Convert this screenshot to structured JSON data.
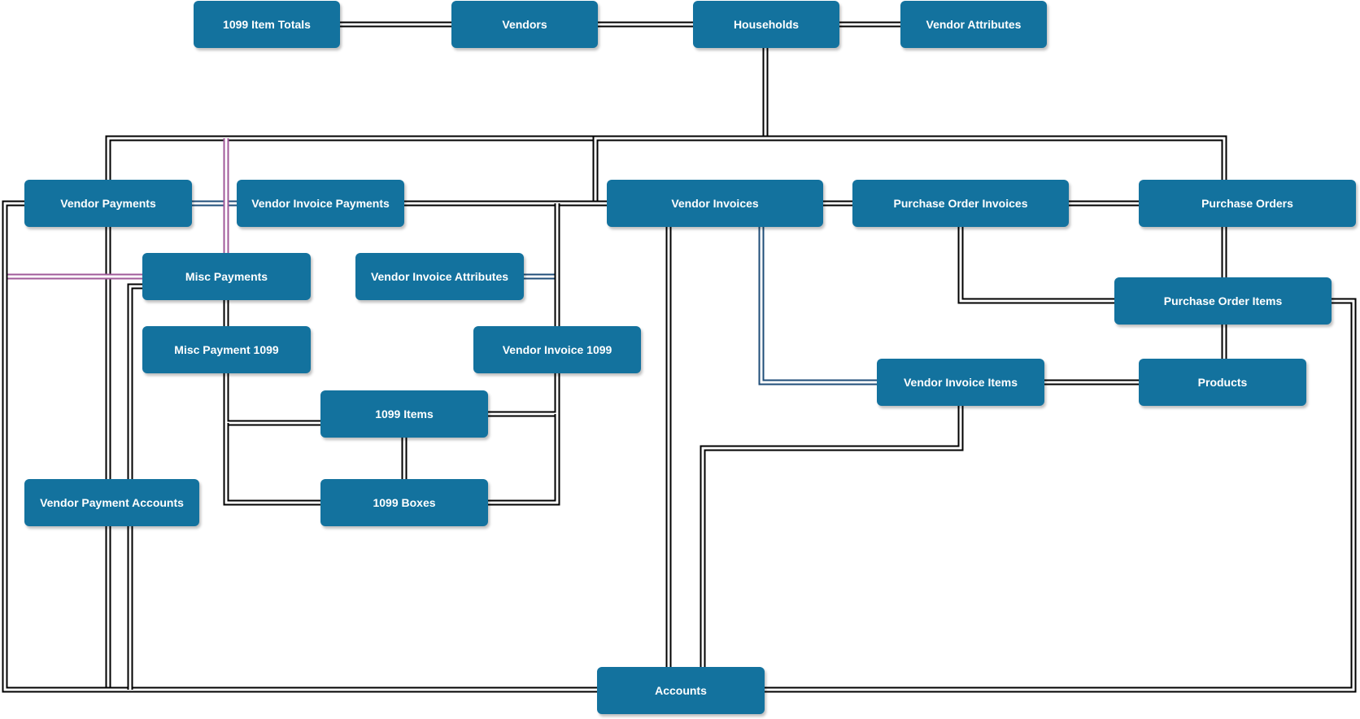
{
  "colors": {
    "node_fill": "#13729e",
    "node_text": "#ffffff",
    "connector": "#000000",
    "connector_blue": "#1f4e79",
    "connector_purple": "#a05a9a"
  },
  "nodes": {
    "item_totals_1099": "1099 Item Totals",
    "vendors": "Vendors",
    "households": "Households",
    "vendor_attributes": "Vendor Attributes",
    "vendor_payments": "Vendor Payments",
    "vendor_invoice_payments": "Vendor Invoice Payments",
    "vendor_invoices": "Vendor Invoices",
    "purchase_order_invoices": "Purchase Order Invoices",
    "purchase_orders": "Purchase Orders",
    "misc_payments": "Misc Payments",
    "vendor_invoice_attributes": "Vendor Invoice Attributes",
    "purchase_order_items": "Purchase Order Items",
    "misc_payment_1099": "Misc Payment 1099",
    "vendor_invoice_1099": "Vendor Invoice 1099",
    "vendor_invoice_items": "Vendor Invoice Items",
    "products": "Products",
    "items_1099": "1099 Items",
    "vendor_payment_accounts": "Vendor Payment Accounts",
    "boxes_1099": "1099 Boxes",
    "accounts": "Accounts"
  },
  "edges": [
    {
      "from": "1099 Item Totals",
      "to": "Vendors",
      "color": "connector"
    },
    {
      "from": "Vendors",
      "to": "Households",
      "color": "connector"
    },
    {
      "from": "Households",
      "to": "Vendor Attributes",
      "color": "connector"
    },
    {
      "from": "Households",
      "to": "Vendor Payments",
      "color": "connector"
    },
    {
      "from": "Households",
      "to": "Vendor Invoices",
      "color": "connector"
    },
    {
      "from": "Households",
      "to": "Purchase Orders",
      "color": "connector"
    },
    {
      "from": "Vendor Payments",
      "to": "Vendor Invoice Payments",
      "color": "connector_blue"
    },
    {
      "from": "Vendor Invoice Payments",
      "to": "Vendor Invoices",
      "color": "connector"
    },
    {
      "from": "Vendor Invoices",
      "to": "Purchase Order Invoices",
      "color": "connector"
    },
    {
      "from": "Purchase Order Invoices",
      "to": "Purchase Orders",
      "color": "connector"
    },
    {
      "from": "Purchase Order Invoices",
      "to": "Purchase Order Items",
      "color": "connector"
    },
    {
      "from": "Purchase Orders",
      "to": "Purchase Order Items",
      "color": "connector"
    },
    {
      "from": "Purchase Order Items",
      "to": "Products",
      "color": "connector"
    },
    {
      "from": "Vendor Invoices",
      "to": "Vendor Invoice Items",
      "color": "connector_blue"
    },
    {
      "from": "Vendor Invoice Items",
      "to": "Products",
      "color": "connector"
    },
    {
      "from": "Vendor Invoice Attributes",
      "to": "Vendor Invoice 1099",
      "color": "connector_blue"
    },
    {
      "from": "Misc Payments",
      "to": "Misc Payment 1099",
      "color": "connector"
    },
    {
      "from": "Misc Payment 1099",
      "to": "1099 Items",
      "color": "connector"
    },
    {
      "from": "Misc Payment 1099",
      "to": "1099 Boxes",
      "color": "connector"
    },
    {
      "from": "Vendor Invoice 1099",
      "to": "1099 Items",
      "color": "connector"
    },
    {
      "from": "Vendor Invoice 1099",
      "to": "1099 Boxes",
      "color": "connector"
    },
    {
      "from": "1099 Items",
      "to": "1099 Boxes",
      "color": "connector"
    },
    {
      "from": "Vendor Payments",
      "to": "Misc Payments",
      "color": "connector_purple"
    },
    {
      "from": "Vendor Payments",
      "to": "Accounts",
      "color": "connector"
    },
    {
      "from": "Vendor Payment Accounts",
      "to": "Accounts",
      "color": "connector"
    },
    {
      "from": "Misc Payments",
      "to": "Accounts",
      "color": "connector"
    },
    {
      "from": "Vendor Invoices",
      "to": "Accounts",
      "color": "connector"
    },
    {
      "from": "Vendor Invoice Items",
      "to": "Accounts",
      "color": "connector"
    },
    {
      "from": "Purchase Order Items",
      "to": "Accounts",
      "color": "connector"
    }
  ]
}
